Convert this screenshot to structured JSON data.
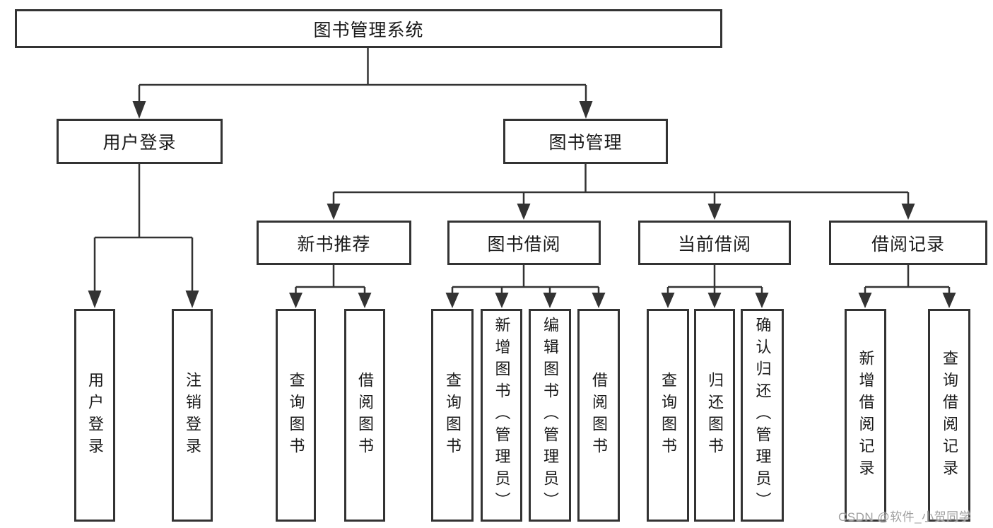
{
  "diagram_type": "hierarchy-tree",
  "colors": {
    "background": "#ffffff",
    "line": "#333333",
    "box_border": "#333333",
    "text": "#1a1a1a",
    "watermark": "#a0a0a0"
  },
  "watermark": {
    "text": "CSDN @软件_小贺同学"
  },
  "tree": {
    "label": "图书管理系统",
    "children": [
      {
        "label": "用户登录",
        "children": [
          {
            "label": "用户登录"
          },
          {
            "label": "注销登录"
          }
        ]
      },
      {
        "label": "图书管理",
        "children": [
          {
            "label": "新书推荐",
            "children": [
              {
                "label": "查询图书"
              },
              {
                "label": "借阅图书"
              }
            ]
          },
          {
            "label": "图书借阅",
            "children": [
              {
                "label": "查询图书"
              },
              {
                "label": "新增图书（管理员）"
              },
              {
                "label": "编辑图书（管理员）"
              },
              {
                "label": "借阅图书"
              }
            ]
          },
          {
            "label": "当前借阅",
            "children": [
              {
                "label": "查询图书"
              },
              {
                "label": "归还图书"
              },
              {
                "label": "确认归还（管理员）"
              }
            ]
          },
          {
            "label": "借阅记录",
            "children": [
              {
                "label": "新增借阅记录"
              },
              {
                "label": "查询借阅记录"
              }
            ]
          }
        ]
      }
    ]
  }
}
